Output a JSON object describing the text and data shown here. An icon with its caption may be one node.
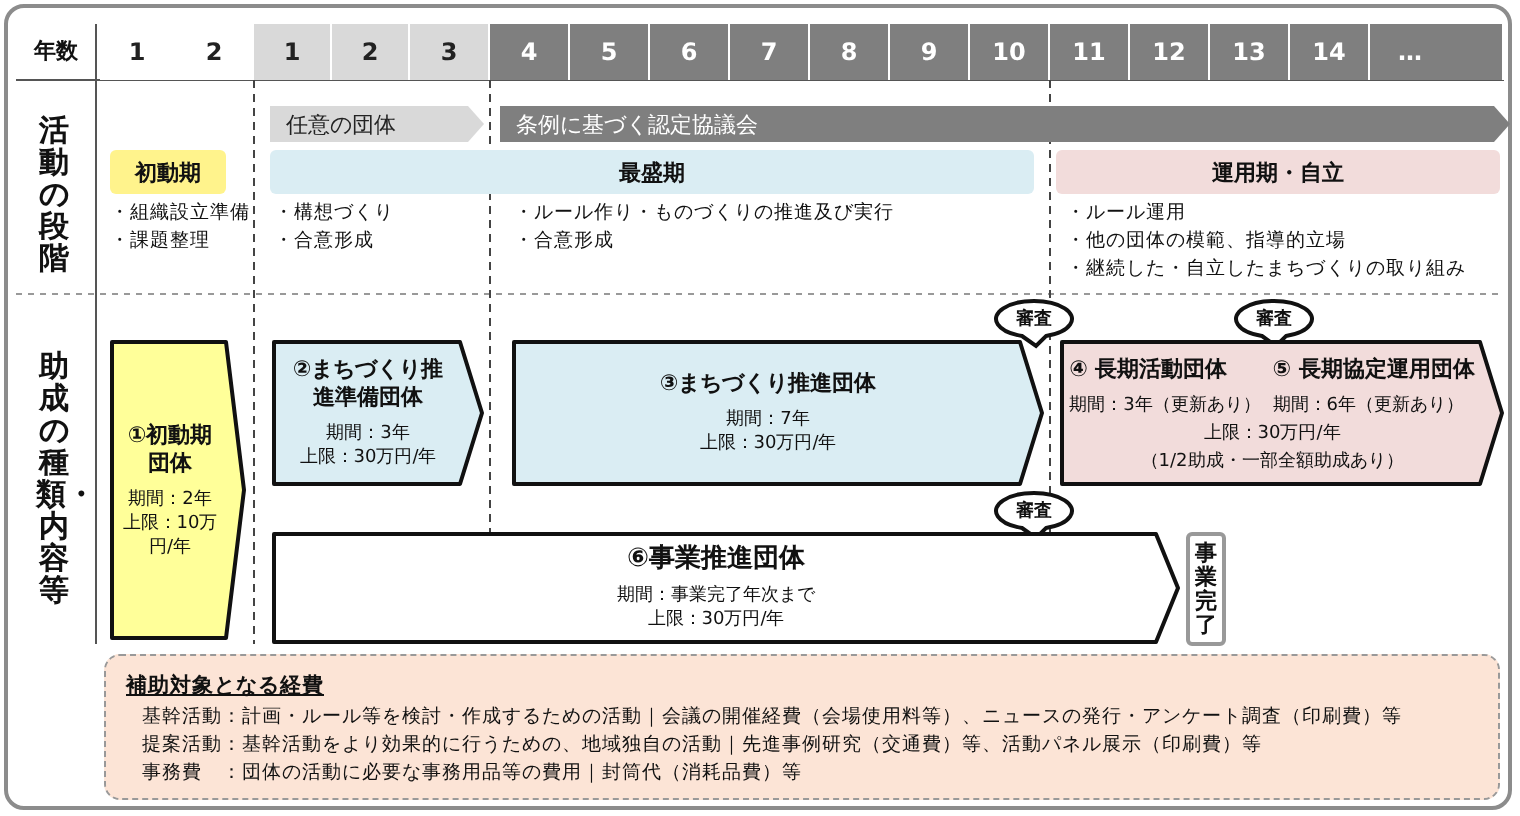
{
  "diagram": {
    "nodes": [
      {
        "text": [
          "任意の団体"
        ]
      },
      {
        "text": [
          "条例に基づく認定協議会"
        ]
      },
      {
        "text": [
          "初動期"
        ]
      },
      {
        "text": [
          "最盛期"
        ]
      },
      {
        "text": [
          "運用期・自立"
        ]
      },
      {
        "text": [
          "審査"
        ]
      },
      {
        "text": [
          "審査"
        ]
      },
      {
        "text": [
          "①初動期団体",
          "期間：2年",
          "上限：10万円/年"
        ]
      },
      {
        "text": [
          "②まちづくり推進準備団体",
          "期間：3年",
          "上限：30万円/年"
        ]
      },
      {
        "text": [
          "③まちづくり推進団体",
          "期間：7年",
          "上限：30万円/年"
        ]
      },
      {
        "text": [
          "④ 長期活動団体",
          "⑤ 長期協定運用団体",
          "期間：3年（更新あり）",
          "期間：6年（更新あり）",
          "上限：30万円/年",
          "（1/2助成・一部全額助成あり）"
        ]
      },
      {
        "text": [
          "審査"
        ]
      },
      {
        "text": [
          "⑥事業推進団体",
          "期間：事業完了年次まで",
          "上限：30万円/年"
        ]
      },
      {
        "text": [
          "事業完了"
        ]
      },
      {
        "text": [
          "補助対象となる経費",
          "基幹活動：計画・ルール等を検討・作成するための活動｜会議の開催経費（会場使用料等）、ニュースの発行・アンケート調査（印刷費）等",
          "提案活動：基幹活動をより効果的に行うための、地域独自の活動｜先進事例研究（交通費）等、活動パネル展示（印刷費）等",
          "事務費　：団体の活動に必要な事務用品等の費用｜封筒代（消耗品費）等"
        ]
      }
    ],
    "labels": [
      "年数",
      "1",
      "2",
      "1",
      "2",
      "3",
      "4",
      "5",
      "6",
      "7",
      "8",
      "9",
      "10",
      "11",
      "12",
      "13",
      "14",
      "…",
      "活動の段階",
      "・組織設立準備",
      "・課題整理",
      "・構想づくり",
      "・合意形成",
      "・ルール作り・ものづくりの推進及び実行",
      "・合意形成",
      "・ルール運用",
      "・他の団体の模範、指導的立場",
      "・継続した・自立したまちづくりの取り組み",
      "助成の種類・内容等"
    ]
  }
}
